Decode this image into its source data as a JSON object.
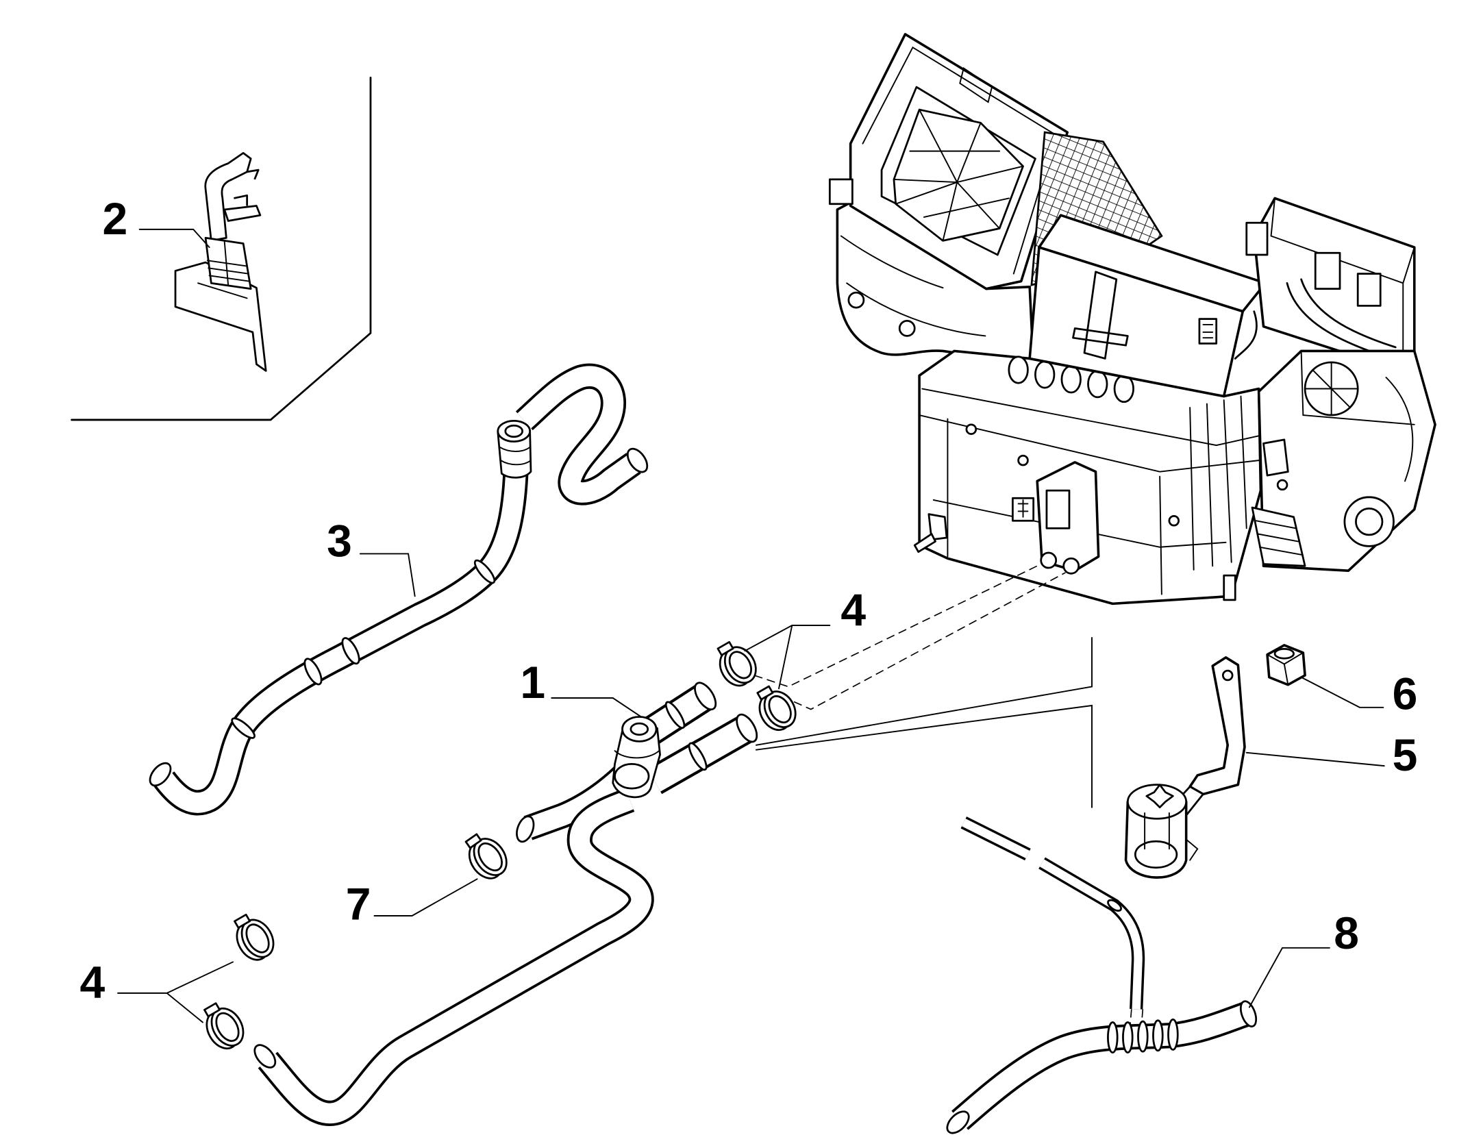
{
  "callouts": {
    "part1": "1",
    "part2": "2",
    "part3": "3",
    "part4_top": "4",
    "part4_bottom": "4",
    "part5": "5",
    "part6": "6",
    "part7": "7",
    "part8": "8"
  },
  "colors": {
    "line": "#000000",
    "background": "#ffffff"
  }
}
